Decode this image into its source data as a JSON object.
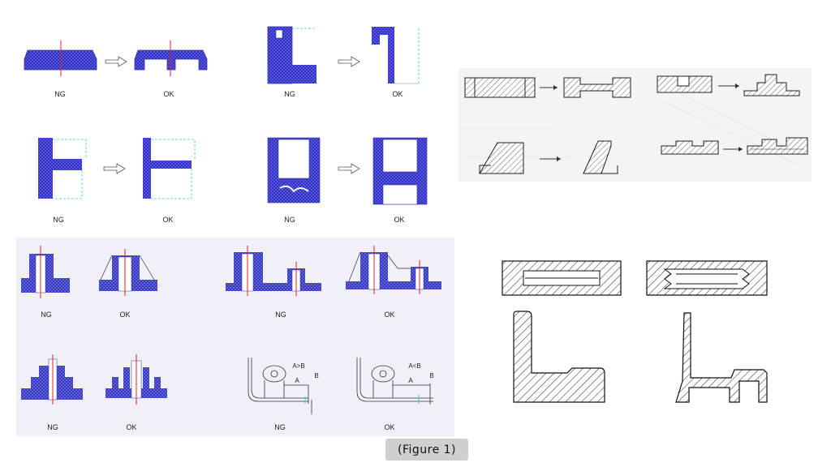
{
  "panels": {
    "top_left": {
      "labels": [
        "NG",
        "OK",
        "NG",
        "OK",
        "NG",
        "OK",
        "NG",
        "OK"
      ]
    },
    "bottom_left": {
      "labels": [
        "NG",
        "OK",
        "NG",
        "OK",
        "NG",
        "OK",
        "NG",
        "OK"
      ],
      "annotations": {
        "ng_relation": "A>B",
        "ok_relation": "A<B",
        "a": "A",
        "b": "B"
      }
    }
  },
  "caption": "(Figure 1)",
  "colors": {
    "hatch_fill": "#4a4ad6",
    "center_line": "#e0202a",
    "dashed": "#39c6d8",
    "caption_bg": "#cfcfcf"
  }
}
